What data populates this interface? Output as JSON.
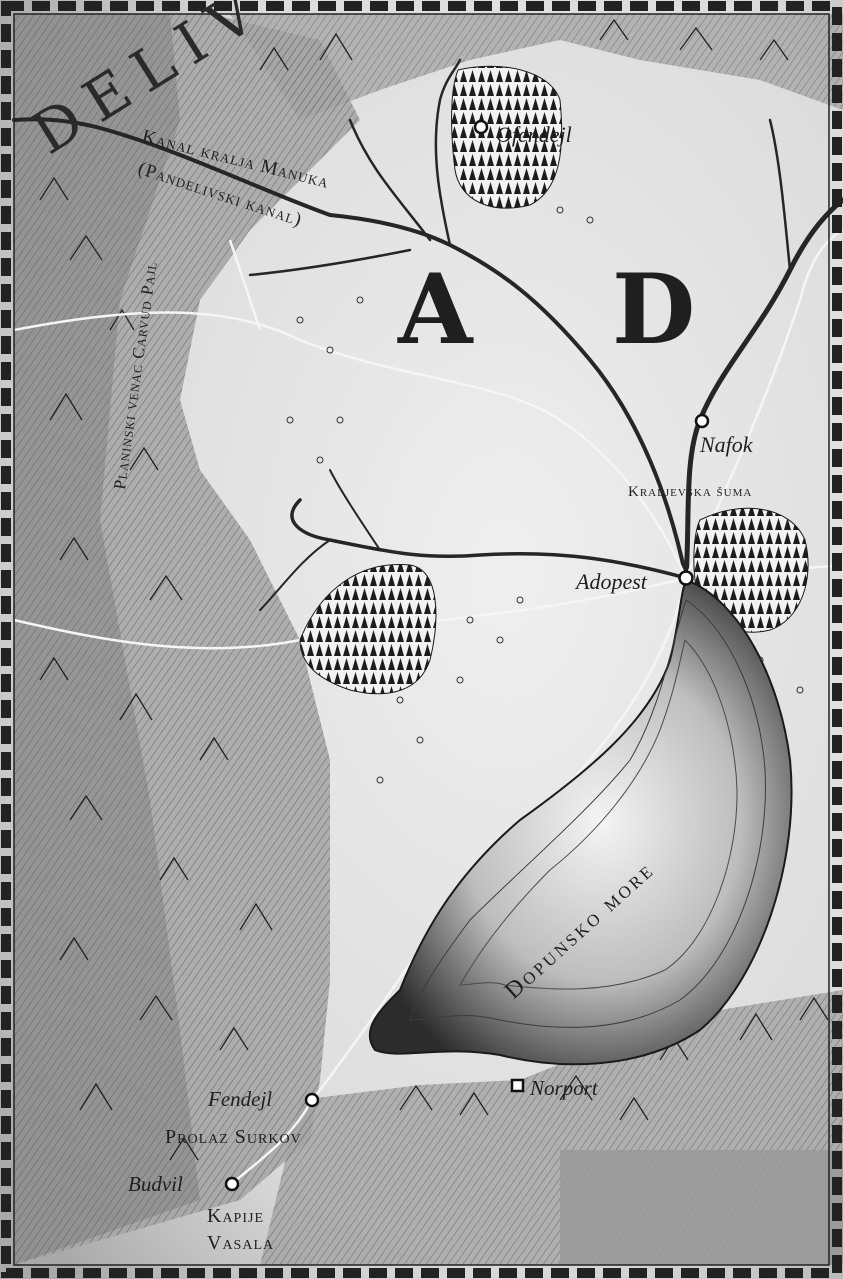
{
  "region_letters": [
    "A",
    "D"
  ],
  "region_edge_text": "DELIV",
  "labels": {
    "kanal_line1": "Kanal kralja Manuka",
    "kanal_line2": "(Pandelivski kanal)",
    "planinski": "Planinski venac Carvud Pajl",
    "kraljevska_suma": "Kraljevska šuma",
    "dopunsko_more": "Dopunsko more",
    "prolaz_surkov": "Prolaz Surkov",
    "kapije_line1": "Kapije",
    "kapije_line2": "Vasala"
  },
  "towns": {
    "ofendejl": "Ofendejl",
    "nafok": "Nafok",
    "adopest": "Adopest",
    "fendejl": "Fendejl",
    "norport": "Norport",
    "budvil": "Budvil"
  },
  "colors": {
    "paper": "#d9d9d9",
    "paper_light": "#ececec",
    "ink": "#1e1e1e",
    "mountain_shade": "#8a8a8a",
    "forest": "#2a2a2a",
    "lake_shade": "#3a3a3a",
    "border": "#222222"
  }
}
